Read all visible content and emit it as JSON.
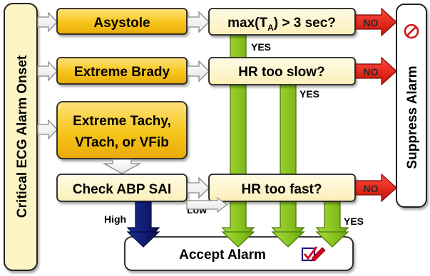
{
  "left_bar": {
    "label": "Critical ECG Alarm Onset"
  },
  "right_bar": {
    "label": "Suppress Alarm",
    "icon": "prohibited-icon"
  },
  "rows": [
    {
      "alarm": "Asystole",
      "check": "max(T",
      "check_sub": "A",
      "check_tail": ") > 3 sec?",
      "no_label": "NO",
      "yes_label": "YES"
    },
    {
      "alarm": "Extreme Brady",
      "check": "HR too slow?",
      "no_label": "NO",
      "yes_label": "YES"
    },
    {
      "alarm_line1": "Extreme Tachy,",
      "alarm_line2": "VTach, or VFib"
    },
    {
      "alarm": "Check ABP SAI",
      "check": "HR too fast?",
      "no_label": "NO",
      "yes_label": "YES"
    }
  ],
  "sai_branches": {
    "high": "High",
    "low": "Low"
  },
  "accept": {
    "label": "Accept Alarm",
    "icon": "checkbox-pencil-icon"
  },
  "colors": {
    "alarm_gold": "#f6c51b",
    "check_cream": "#fdf4c6",
    "no_red": "#e31b13",
    "yes_green": "#8cc621",
    "high_navy": "#0c1a6e"
  }
}
